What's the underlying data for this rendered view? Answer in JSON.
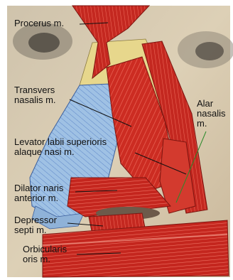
{
  "figure": {
    "labels": [
      {
        "id": "procerus",
        "text": "Procerus m."
      },
      {
        "id": "transvers",
        "text": "Transvers\nnasalis m."
      },
      {
        "id": "alar",
        "text": "Alar\nnasalis\nm."
      },
      {
        "id": "levator",
        "text": "Levator labii superioris\nalaque nasi m."
      },
      {
        "id": "dilator",
        "text": "Dilator naris\nanterior m."
      },
      {
        "id": "depressor",
        "text": "Depressor\nsepti m."
      },
      {
        "id": "orbicularis",
        "text": "Orbicularis\noris m."
      }
    ]
  },
  "colors": {
    "skin": "#d9cbb0",
    "muscle": "#c8281f",
    "muscle_light": "#e04a3c",
    "bone": "#e8d98e",
    "cartilage": "#a9c9e8",
    "leader_line": "#111111",
    "leader_line_alar": "#2a8a2a"
  }
}
